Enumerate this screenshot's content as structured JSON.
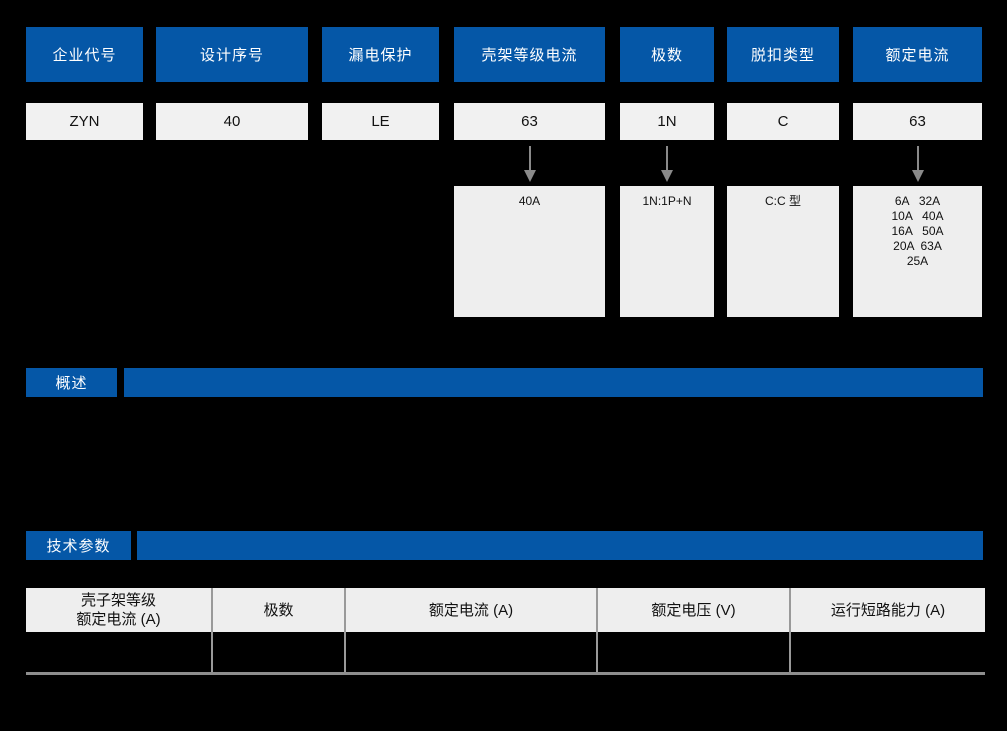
{
  "colors": {
    "background": "#000000",
    "accent_blue": "#0557A7",
    "value_box_bg": "#F1F1F1",
    "description_box_bg": "#EEEEEE",
    "table_header_bg": "#EEEEEE",
    "grid_gray": "#999999",
    "bottom_rule_gray": "#8E8E8E",
    "arrow_gray": "#8A8A8A",
    "header_text": "#FFFFFF",
    "body_text": "#111111"
  },
  "model_columns": [
    {
      "label": "企业代号",
      "value": "ZYN",
      "has_arrow": false,
      "description_lines": []
    },
    {
      "label": "设计序号",
      "value": "40",
      "has_arrow": false,
      "description_lines": []
    },
    {
      "label": "漏电保护",
      "value": "LE",
      "has_arrow": false,
      "description_lines": []
    },
    {
      "label": "壳架等级电流",
      "value": "63",
      "has_arrow": true,
      "description_lines": [
        "40A"
      ]
    },
    {
      "label": "极数",
      "value": "1N",
      "has_arrow": true,
      "description_lines": [
        "1N:1P+N"
      ]
    },
    {
      "label": "脱扣类型",
      "value": "C",
      "has_arrow": false,
      "description_lines": [
        "C:C 型"
      ]
    },
    {
      "label": "额定电流",
      "value": "63",
      "has_arrow": true,
      "description_lines": [
        "6A   32A",
        "10A   40A",
        "16A   50A",
        "20A  63A",
        "25A"
      ]
    }
  ],
  "sections": {
    "overview": {
      "title": "概述"
    },
    "tech_params": {
      "title": "技术参数"
    }
  },
  "table": {
    "headers": [
      "壳子架等级\n额定电流 (A)",
      "极数",
      "额定电流 (A)",
      "额定电压 (V)",
      "运行短路能力 (A)"
    ],
    "row": [
      "",
      "",
      "",
      "",
      ""
    ]
  }
}
